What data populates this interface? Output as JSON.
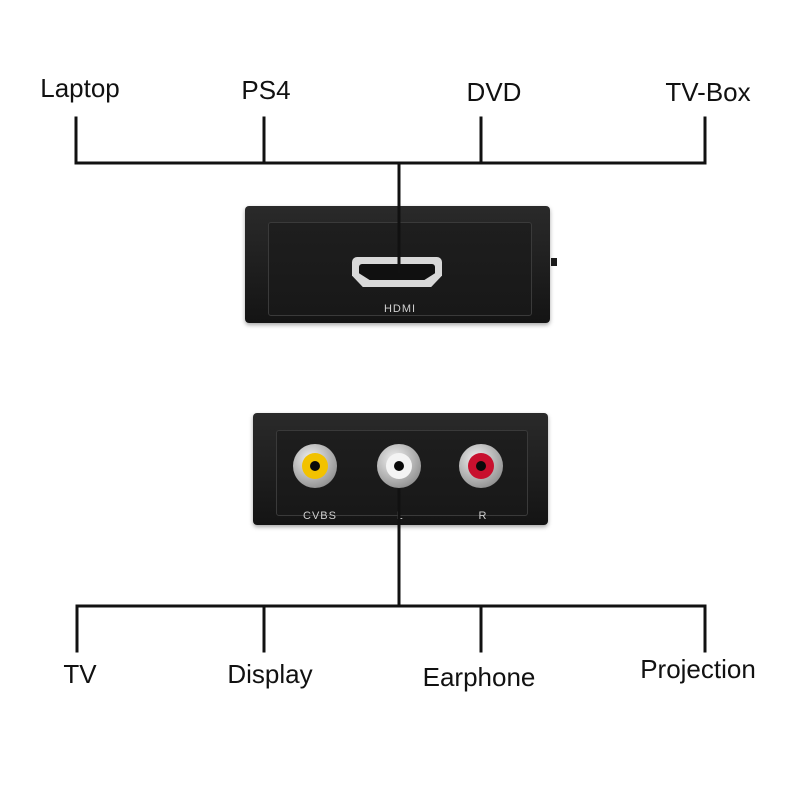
{
  "sources": [
    "Laptop",
    "PS4",
    "DVD",
    "TV-Box"
  ],
  "outputs": [
    "TV",
    "Display",
    "Earphone",
    "Projection"
  ],
  "hdmi_device": {
    "port_label": "HDMI"
  },
  "av_device": {
    "ports": [
      {
        "label": "CVBS",
        "color": "#f2c200"
      },
      {
        "label": "L",
        "color": "#f4f4f4"
      },
      {
        "label": "R",
        "color": "#c8102e"
      }
    ]
  }
}
